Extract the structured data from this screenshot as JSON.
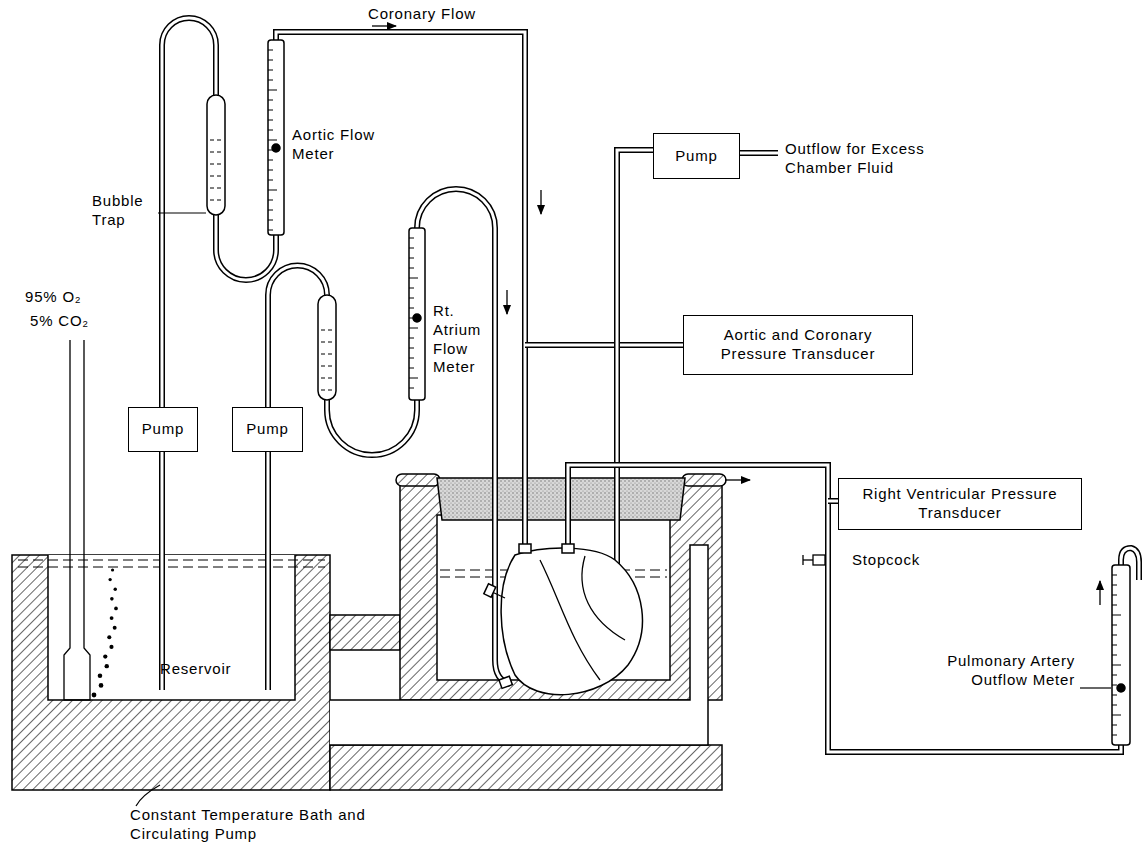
{
  "diagram": {
    "nodes": [
      {
        "text": [
          "Pump"
        ]
      },
      {
        "text": [
          "Aortic and Coronary Pressure Transducer"
        ]
      },
      {
        "text": [
          "Pump"
        ]
      },
      {
        "text": [
          "Pump"
        ]
      },
      {
        "text": [
          "Right Ventricular Pressure Transducer"
        ]
      }
    ],
    "labels": [
      "Coronary Flow",
      "Bubble Trap",
      "Aortic Flow Meter",
      "Outflow for Excess Chamber Fluid",
      "95% O₂",
      "5% CO₂",
      "Rt. Atrium Flow Meter",
      "Stopcock",
      "Reservoir",
      "Pulmonary Artery Outflow Meter",
      "Constant Temperature Bath and Circulating Pump"
    ]
  }
}
